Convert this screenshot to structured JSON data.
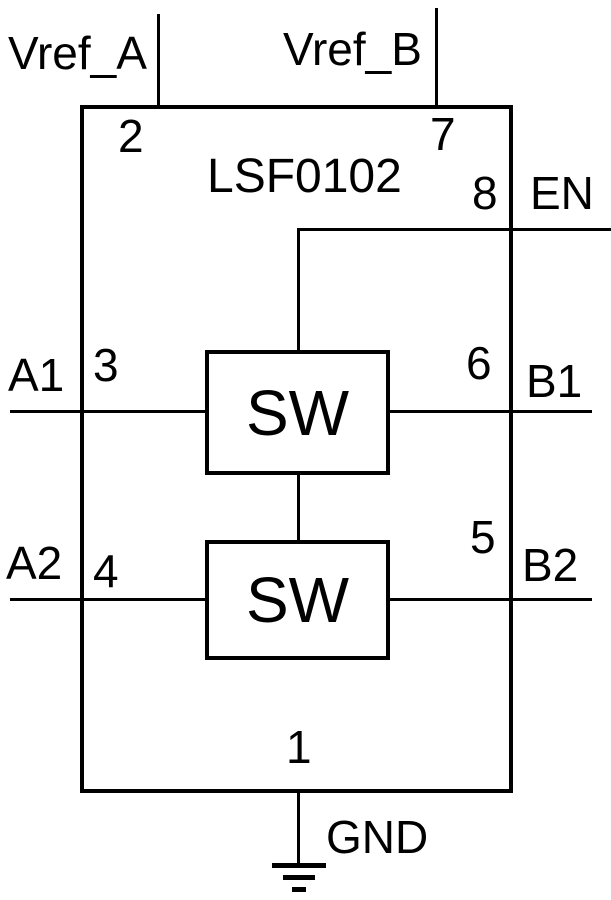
{
  "chip": {
    "name": "LSF0102",
    "switch_label": "SW"
  },
  "pins": {
    "vref_a": {
      "num": "2",
      "label": "Vref_A"
    },
    "vref_b": {
      "num": "7",
      "label": "Vref_B"
    },
    "en": {
      "num": "8",
      "label": "EN"
    },
    "a1": {
      "num": "3",
      "label": "A1"
    },
    "b1": {
      "num": "6",
      "label": "B1"
    },
    "a2": {
      "num": "4",
      "label": "A2"
    },
    "b2": {
      "num": "5",
      "label": "B2"
    },
    "gnd": {
      "num": "1",
      "label": "GND"
    }
  },
  "colors": {
    "line": "#000000",
    "background": "#ffffff"
  }
}
